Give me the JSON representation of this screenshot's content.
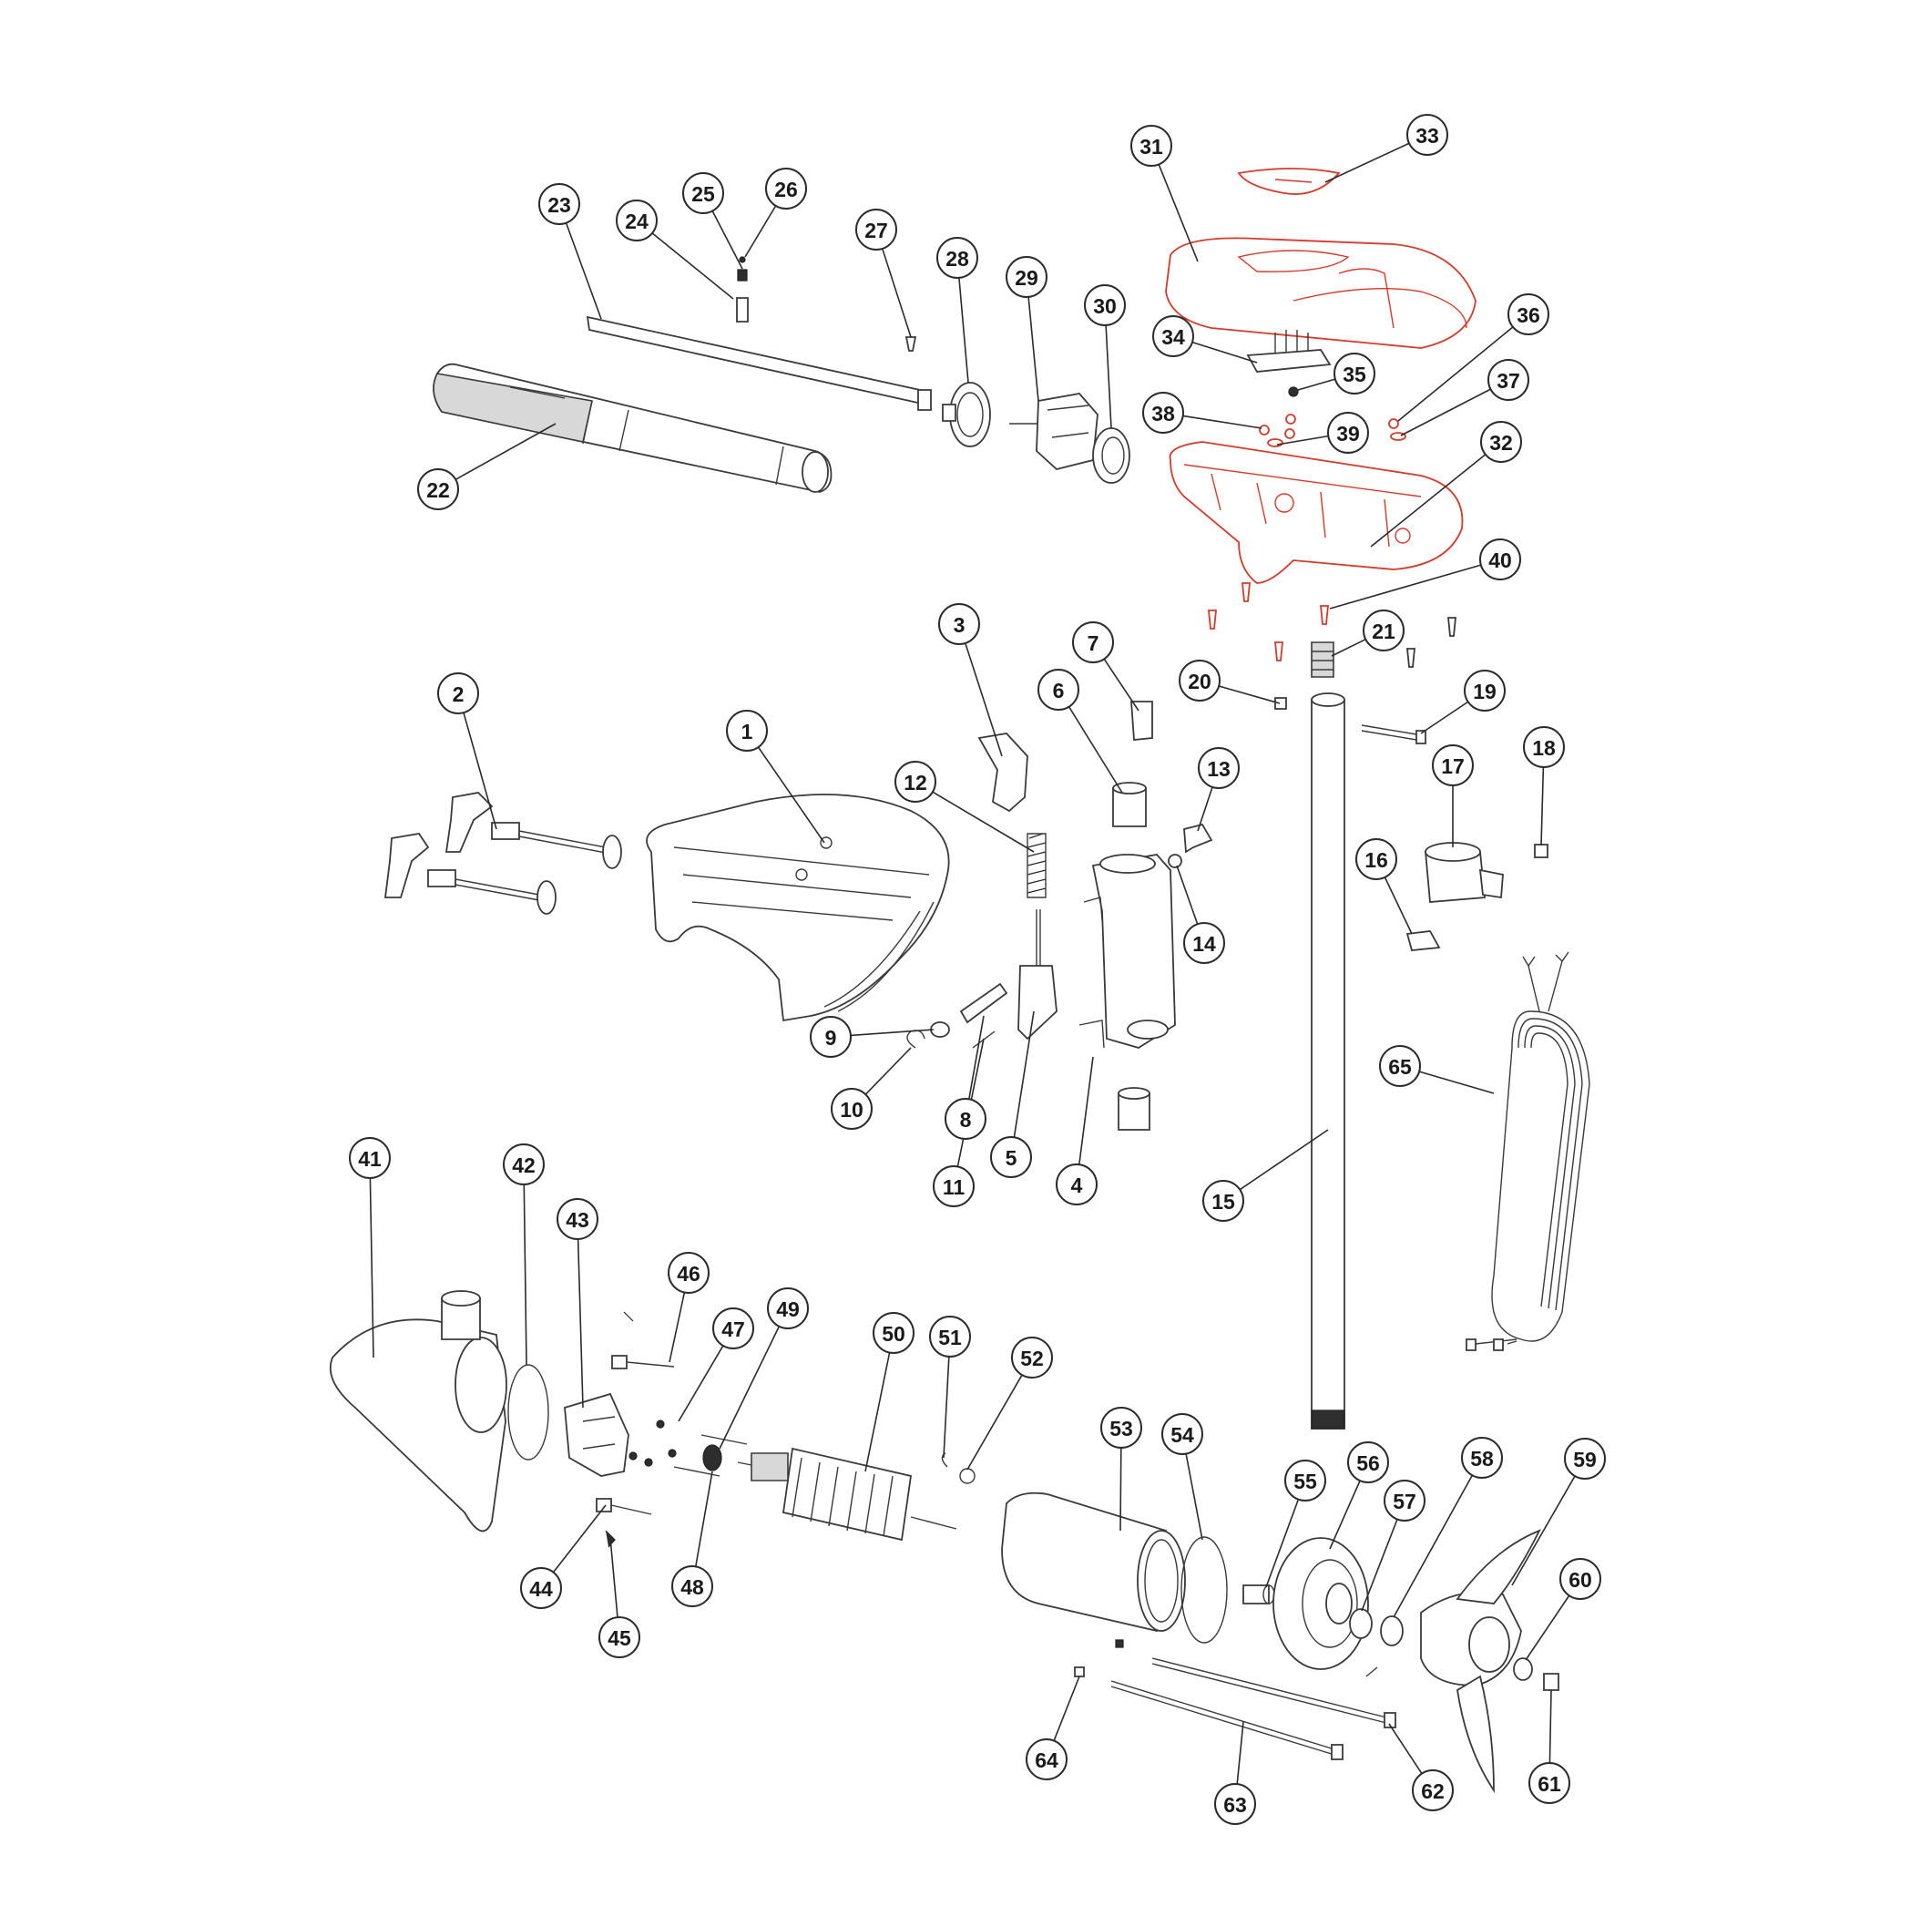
{
  "diagram": {
    "callouts": [
      "1",
      "2",
      "3",
      "4",
      "5",
      "6",
      "7",
      "8",
      "9",
      "10",
      "11",
      "12",
      "13",
      "14",
      "15",
      "16",
      "17",
      "18",
      "19",
      "20",
      "21",
      "22",
      "23",
      "24",
      "25",
      "26",
      "27",
      "28",
      "29",
      "30",
      "31",
      "32",
      "33",
      "34",
      "35",
      "36",
      "37",
      "38",
      "39",
      "40",
      "41",
      "42",
      "43",
      "44",
      "45",
      "46",
      "47",
      "48",
      "49",
      "50",
      "51",
      "52",
      "53",
      "54",
      "55",
      "56",
      "57",
      "58",
      "59",
      "60",
      "61",
      "62",
      "63",
      "64",
      "65"
    ],
    "colors": {
      "line": "#3a3a3a",
      "highlight": "#d63a2a",
      "background": "#ffffff"
    }
  }
}
